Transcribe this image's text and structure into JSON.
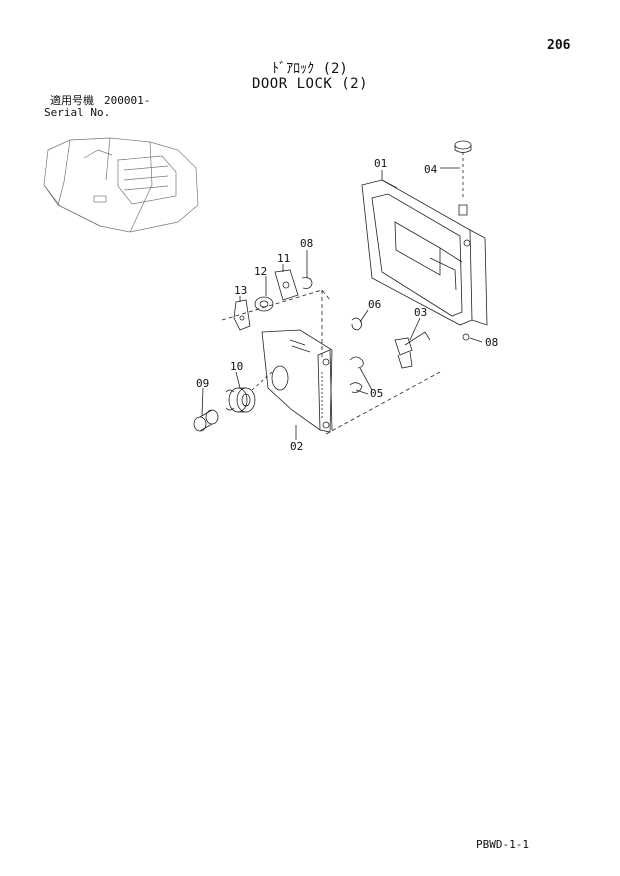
{
  "header": {
    "page_number": "206",
    "title_jp": "ﾄﾞｱﾛｯｸ (2)",
    "title_en": "DOOR LOCK (2)"
  },
  "serial": {
    "label_jp": "適用号機",
    "value": "200001-",
    "label_en": "Serial No."
  },
  "callouts": [
    {
      "id": "c01",
      "text": "01"
    },
    {
      "id": "c04",
      "text": "04"
    },
    {
      "id": "c11",
      "text": "11"
    },
    {
      "id": "c08a",
      "text": "08"
    },
    {
      "id": "c12",
      "text": "12"
    },
    {
      "id": "c13",
      "text": "13"
    },
    {
      "id": "c06",
      "text": "06"
    },
    {
      "id": "c03",
      "text": "03"
    },
    {
      "id": "c08b",
      "text": "08"
    },
    {
      "id": "c10",
      "text": "10"
    },
    {
      "id": "c09",
      "text": "09"
    },
    {
      "id": "c05",
      "text": "05"
    },
    {
      "id": "c02",
      "text": "02"
    }
  ],
  "footer": {
    "code": "PBWD-1-1"
  }
}
